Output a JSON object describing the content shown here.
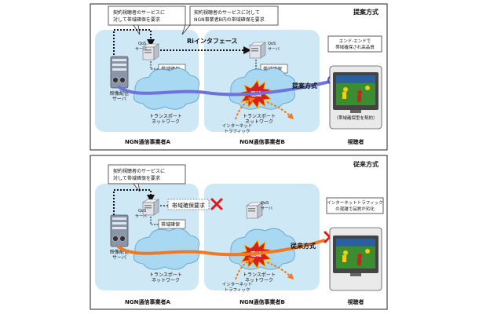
{
  "top": {
    "title": "提案方式",
    "callout_a": [
      "契約視聴者のサービスに",
      "対して帯域確保を要求"
    ],
    "callout_b": [
      "契約視聴者のサービスに対して",
      "NGN事業者B内の帯域確保を要求"
    ],
    "ri_label": "Riインタフェース",
    "qos_a": [
      "QoS",
      "サーバ"
    ],
    "qos_b": [
      "QoS",
      "サーバ"
    ],
    "bw_a": "帯域確保",
    "bw_b": "帯域確保",
    "video_server": [
      "映像配信",
      "サーバ"
    ],
    "transport_a": [
      "トランスポート",
      "ネットワーク"
    ],
    "transport_b": [
      "トランスポート",
      "ネットワーク"
    ],
    "internet_traffic": [
      "インターネット",
      "トラフィック"
    ],
    "congestion": "混雑",
    "method_label": "提案方式",
    "viewer_callout": [
      "エンド-エンドで",
      "帯域確保され高品質"
    ],
    "viewer_caption": "（帯域確保型を契約）",
    "operator_a": "NGN通信事業者A",
    "operator_b": "NGN通信事業者B",
    "viewer": "視聴者"
  },
  "bottom": {
    "title": "従来方式",
    "callout_a": [
      "契約視聴者のサービスに",
      "対して帯域確保を要求"
    ],
    "qos_a": [
      "QoS",
      "サーバ"
    ],
    "qos_b": [
      "QoS",
      "サーバ"
    ],
    "bw_request": "帯域確保要求",
    "bw_a": "帯域確保",
    "video_server": [
      "映像配信",
      "サーバ"
    ],
    "transport_a": [
      "トランスポート",
      "ネットワーク"
    ],
    "transport_b": [
      "トランスポート",
      "ネットワーク"
    ],
    "internet_traffic": [
      "インターネット",
      "トラフィック"
    ],
    "congestion": "混雑",
    "method_label": "従来方式",
    "viewer_callout": [
      "インターネットトラフィック",
      "の混雑で品質が劣化"
    ],
    "operator_a": "NGN通信事業者A",
    "operator_b": "NGN通信事業者B",
    "viewer": "視聴者"
  },
  "colors": {
    "cloud_bg": "#cfe8f6",
    "transport_cloud": "#a9d8f2",
    "proposed_path": "#6f72d8",
    "conventional_path": "#f07a22",
    "congestion_burst": "#d62020",
    "x_mark": "#e01818"
  }
}
